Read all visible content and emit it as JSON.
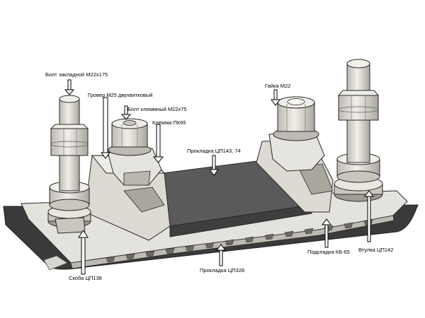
{
  "labels": {
    "anchor_bolt": "Болт закладной М22х175",
    "grover_washer": "Гровер М25 двухвитковый",
    "clamp_bolt": "Болт клеммный М22х75",
    "clamp": "Клемма ПК65",
    "rail_pad_top": "Прокладка ЦП143, 74",
    "nut": "Гайка М22",
    "bracket": "Скоба ЦП138",
    "bottom_pad": "Прокладка ЦП328",
    "tie_plate": "Подкладка КБ-65",
    "bushing": "Втулка ЦП142"
  },
  "colors": {
    "metal_light": "#e8e6df",
    "metal_mid": "#c9c6bd",
    "metal_dark": "#9f9c94",
    "pad_dark": "#4a4a4a",
    "base_dark": "#3a3a3a",
    "outline": "#2a2a2a"
  }
}
